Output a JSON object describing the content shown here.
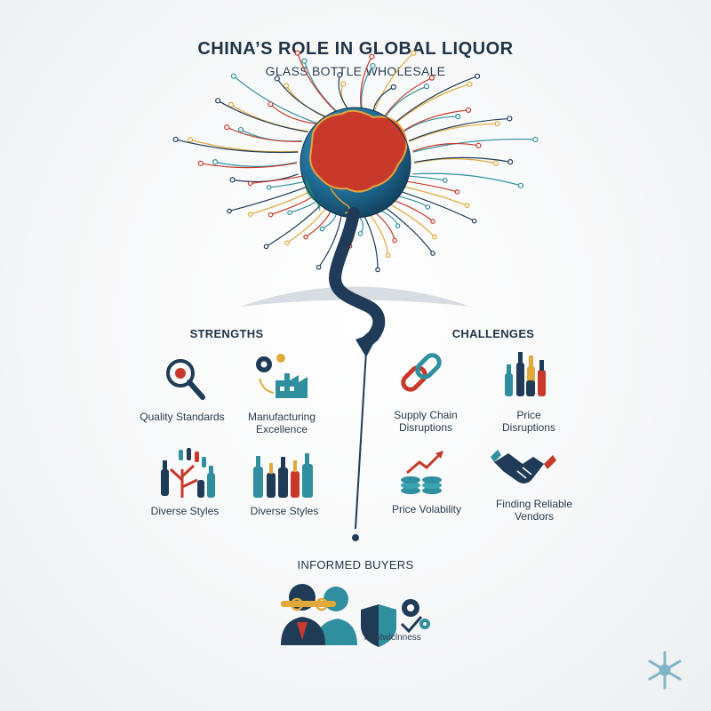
{
  "title_line1": "CHINA’S ROLE IN GLOBAL LIQUOR",
  "title_line2": "GLASS BOTTLE WHOLESALE",
  "strengths": {
    "heading": "STRENGTHS",
    "items": [
      {
        "label": "Quality Standards",
        "icon": "magnifier-icon"
      },
      {
        "label": "Manufacturing\nExcellence",
        "icon": "factory-gears-icon"
      },
      {
        "label": "Diverse Styles",
        "icon": "bottle-tree-icon"
      },
      {
        "label": "Diverse Styles",
        "icon": "bottles-row-icon"
      }
    ]
  },
  "challenges": {
    "heading": "CHALLENGES",
    "items": [
      {
        "label": "Supply Chain\nDisruptions",
        "icon": "chain-link-icon"
      },
      {
        "label": "Price\nDisruptions",
        "icon": "bottles-icon"
      },
      {
        "label": "Price Volability",
        "icon": "coins-trend-icon"
      },
      {
        "label": "Finding Reliable\nVendors",
        "icon": "handshake-icon"
      }
    ]
  },
  "buyers": {
    "heading": "INFORMED BUYERS",
    "trust_label": "Trustwlclnness",
    "icons": [
      "buyers-icon",
      "shield-icon",
      "gears-icon"
    ]
  },
  "corner_icon": "snowflake-icon",
  "colors": {
    "navy": "#1f3b57",
    "teal": "#2f8f9e",
    "red": "#c8392b",
    "gold": "#e0a93a",
    "ocean": "#2d7fa8"
  }
}
